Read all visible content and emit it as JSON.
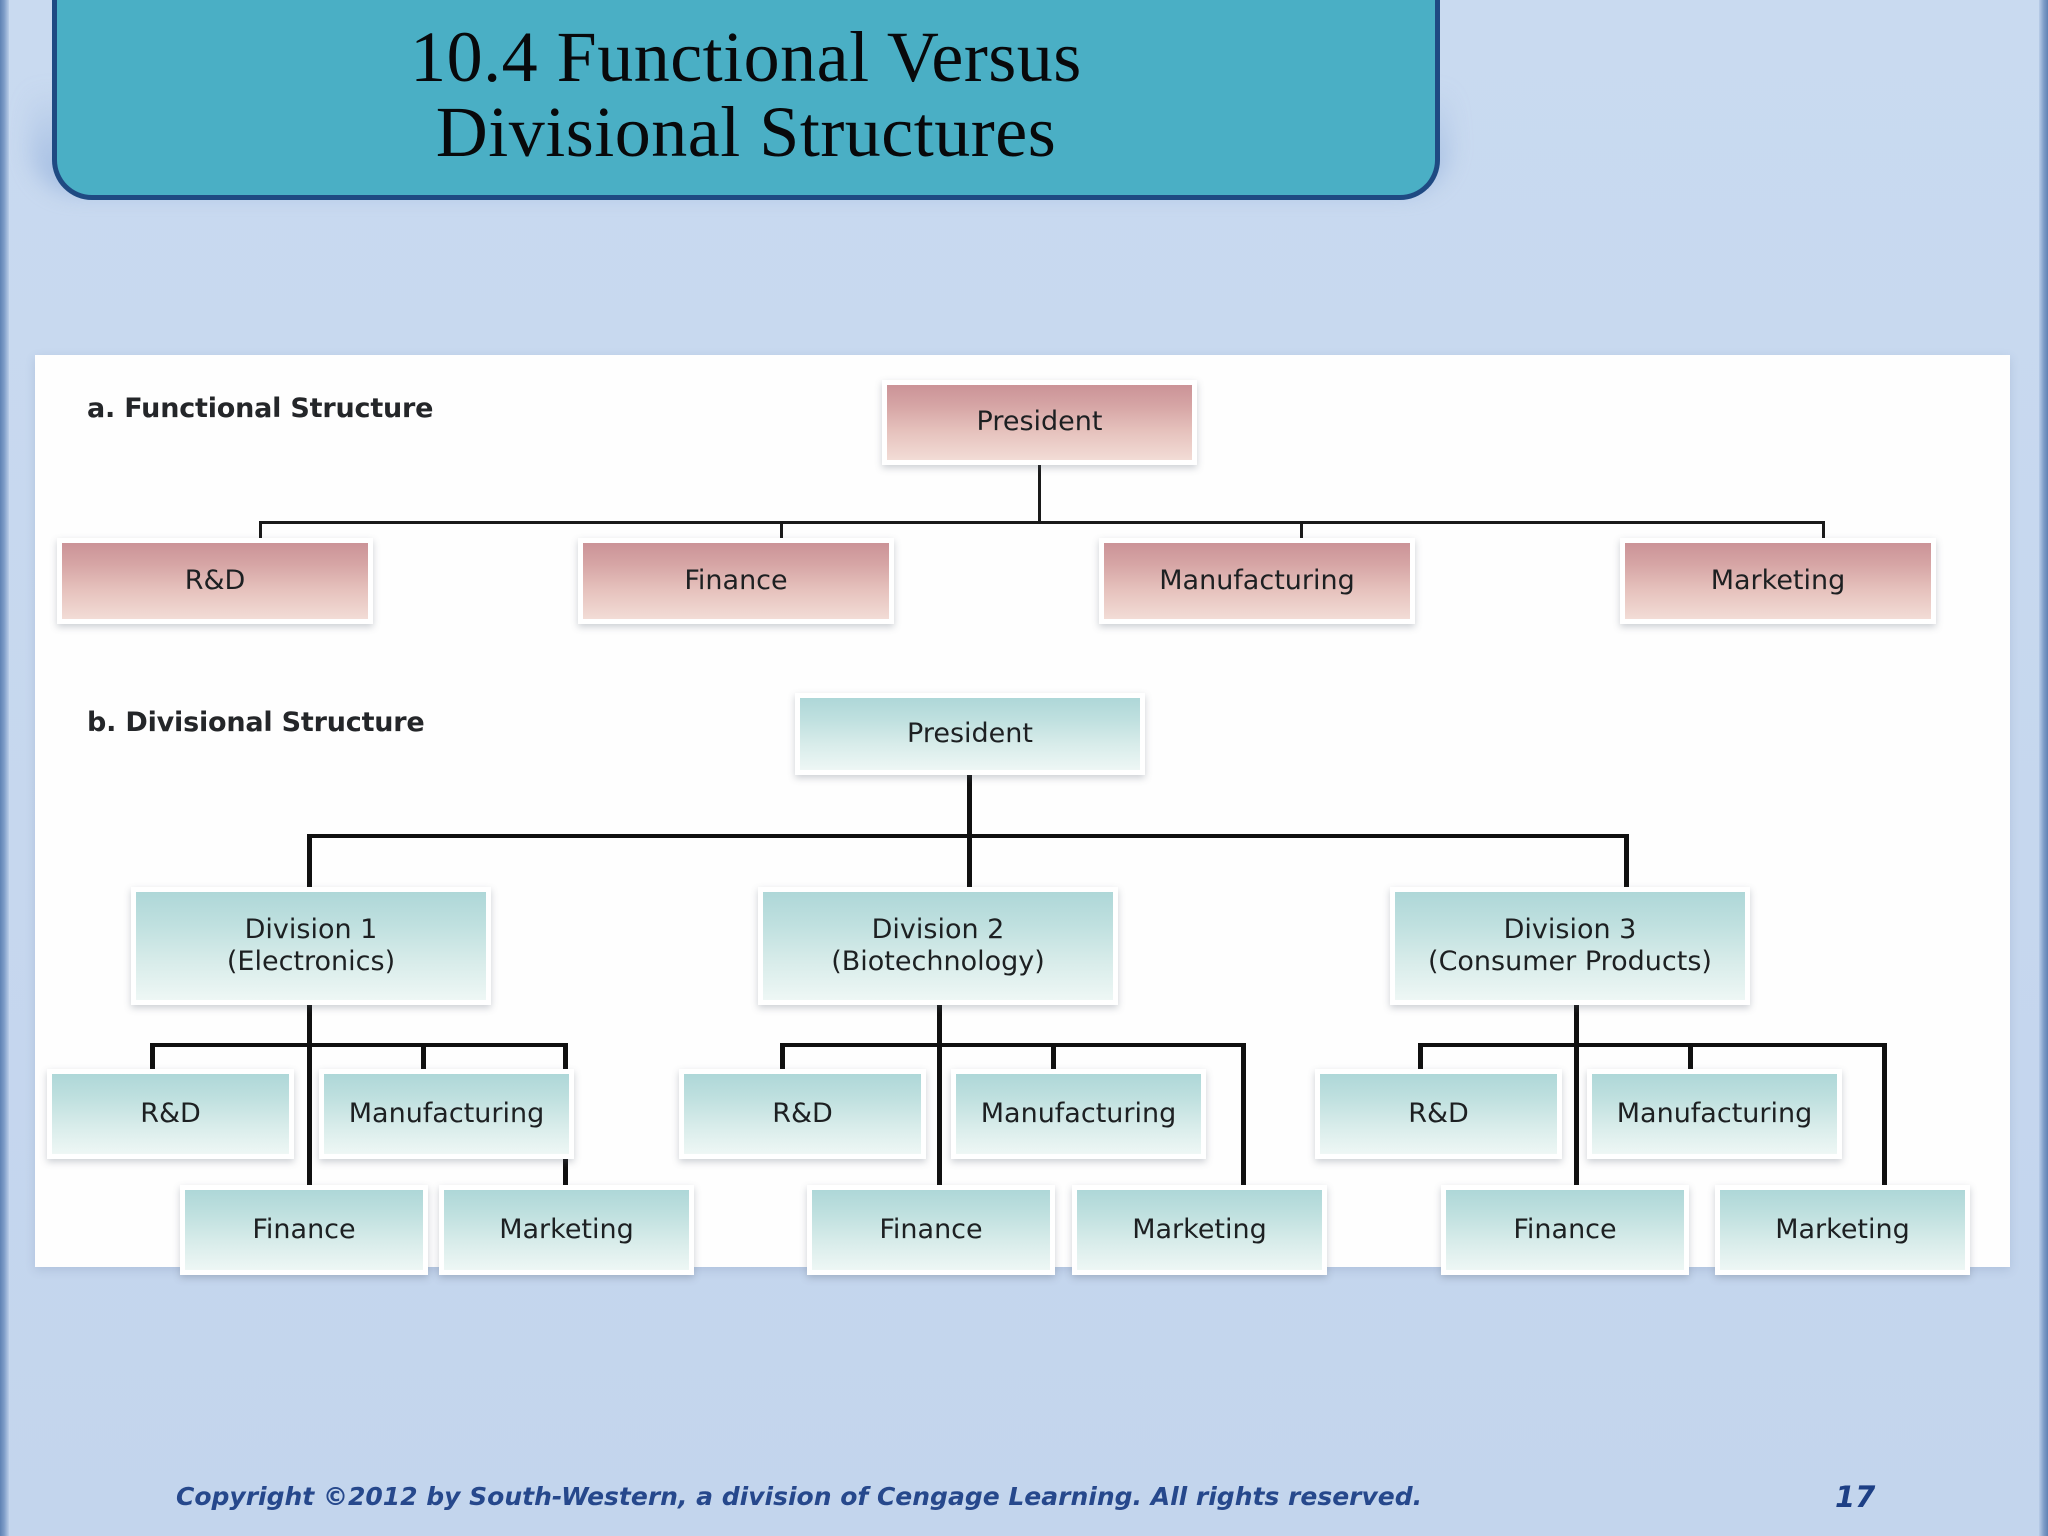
{
  "slide": {
    "title": "10.4 Functional Versus\nDivisional Structures",
    "accent_banner_color": "#4aafc5",
    "banner_border_color": "#1f4a82",
    "background_color": "#c6d8ef",
    "panel_color": "#fefefe"
  },
  "exhibit": {
    "functional": {
      "label": "a. Functional Structure",
      "box_color_top": "#cb9397",
      "box_color_bottom": "#f2dcd6",
      "root": "President",
      "children": [
        "R&D",
        "Finance",
        "Manufacturing",
        "Marketing"
      ]
    },
    "divisional": {
      "label": "b. Divisional Structure",
      "box_color_top": "#aed7d8",
      "box_color_bottom": "#eef7f5",
      "root": "President",
      "divisions": [
        {
          "name": "Division 1\n(Electronics)",
          "functions": [
            "R&D",
            "Manufacturing",
            "Finance",
            "Marketing"
          ]
        },
        {
          "name": "Division 2\n(Biotechnology)",
          "functions": [
            "R&D",
            "Manufacturing",
            "Finance",
            "Marketing"
          ]
        },
        {
          "name": "Division 3\n(Consumer Products)",
          "functions": [
            "R&D",
            "Manufacturing",
            "Finance",
            "Marketing"
          ]
        }
      ]
    }
  },
  "footer": {
    "copyright": "Copyright ©2012 by South-Western, a division of Cengage Learning. All rights reserved.",
    "page_number": "17",
    "text_color": "#26488c"
  }
}
